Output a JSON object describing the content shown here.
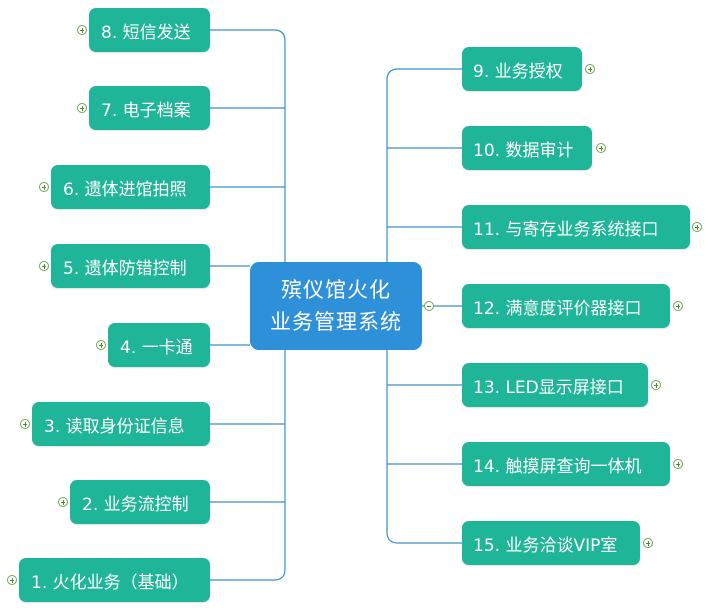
{
  "center": {
    "line1": "殡仪馆火化",
    "line2": "业务管理系统"
  },
  "left_nodes": [
    {
      "id": "n8",
      "label": "8. 短信发送",
      "toggle": "plus"
    },
    {
      "id": "n7",
      "label": "7. 电子档案",
      "toggle": "plus"
    },
    {
      "id": "n6",
      "label": "6. 遗体进馆拍照",
      "toggle": "plus"
    },
    {
      "id": "n5",
      "label": "5. 遗体防错控制",
      "toggle": "plus"
    },
    {
      "id": "n4",
      "label": "4. 一卡通",
      "toggle": "plus"
    },
    {
      "id": "n3",
      "label": "3. 读取身份证信息",
      "toggle": "plus"
    },
    {
      "id": "n2",
      "label": "2. 业务流控制",
      "toggle": "plus"
    },
    {
      "id": "n1",
      "label": "1. 火化业务（基础）",
      "toggle": "plus"
    }
  ],
  "right_nodes": [
    {
      "id": "n9",
      "label": "9. 业务授权",
      "toggle": "plus"
    },
    {
      "id": "n10",
      "label": "10. 数据审计",
      "toggle": "plus"
    },
    {
      "id": "n11",
      "label": "11. 与寄存业务系统接口",
      "toggle": "plus"
    },
    {
      "id": "n12",
      "label": "12. 满意度评价器接口",
      "toggle": "plus"
    },
    {
      "id": "n13",
      "label": "13. LED显示屏接口",
      "toggle": "plus"
    },
    {
      "id": "n14",
      "label": "14. 触摸屏查询一体机",
      "toggle": "plus"
    },
    {
      "id": "n15",
      "label": "15. 业务洽谈VIP室",
      "toggle": "plus"
    }
  ],
  "colors": {
    "node": "#1fb598",
    "center": "#2f90da",
    "line": "#3a8fc8",
    "toggle": "#6aa84f"
  }
}
